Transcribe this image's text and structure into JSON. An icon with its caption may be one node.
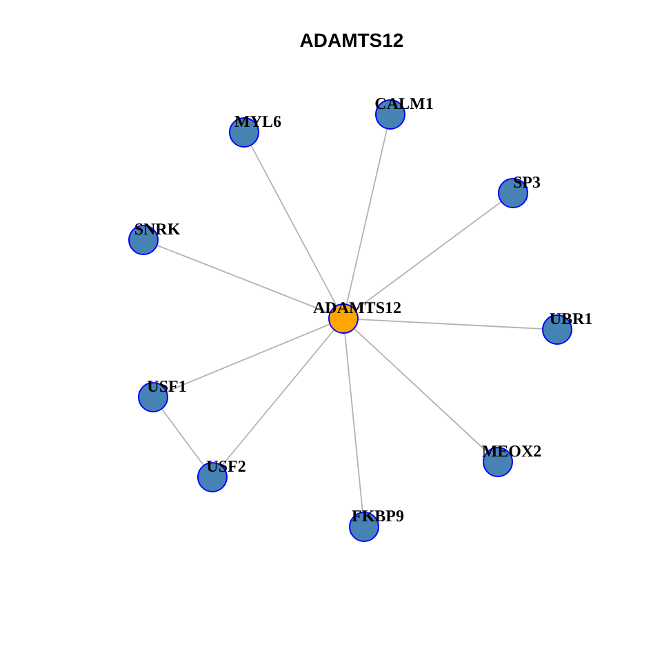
{
  "diagram": {
    "title": "ADAMTS12",
    "nodes": [
      {
        "text": [
          "CALM1"
        ]
      },
      {
        "text": [
          "MYL6"
        ]
      },
      {
        "text": [
          "SP3"
        ]
      },
      {
        "text": [
          "SNRK"
        ]
      },
      {
        "text": [
          "ADAMTS12"
        ]
      },
      {
        "text": [
          "UBR1"
        ]
      },
      {
        "text": [
          "USF1"
        ]
      },
      {
        "text": [
          "MEOX2"
        ]
      },
      {
        "text": [
          "USF2"
        ]
      },
      {
        "text": [
          "FKBP9"
        ]
      }
    ],
    "edges": [
      {
        "from": 4,
        "to": 0,
        "arrow": "none"
      },
      {
        "from": 4,
        "to": 1,
        "arrow": "none"
      },
      {
        "from": 4,
        "to": 2,
        "arrow": "none"
      },
      {
        "from": 4,
        "to": 3,
        "arrow": "none"
      },
      {
        "from": 4,
        "to": 5,
        "arrow": "none"
      },
      {
        "from": 4,
        "to": 6,
        "arrow": "none"
      },
      {
        "from": 4,
        "to": 7,
        "arrow": "none"
      },
      {
        "from": 4,
        "to": 8,
        "arrow": "none"
      },
      {
        "from": 4,
        "to": 9,
        "arrow": "none"
      },
      {
        "from": 6,
        "to": 8,
        "arrow": "none"
      }
    ]
  }
}
